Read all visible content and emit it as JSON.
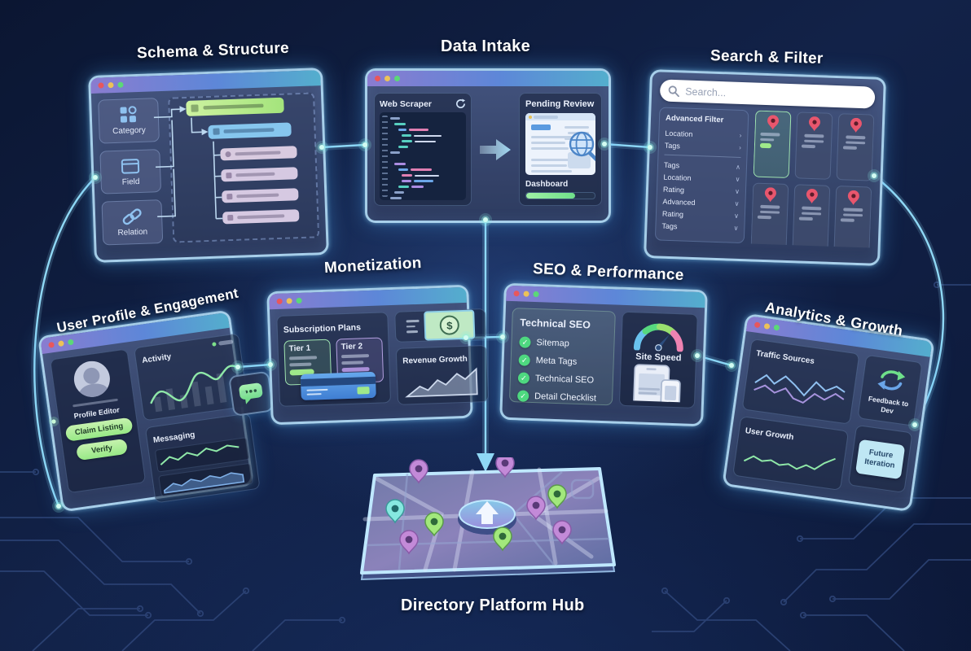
{
  "colors": {
    "accent_line": "#8fd8f5",
    "glow_node": "#aef7ec",
    "pin_red": "#e8566d",
    "success_green": "#4ed880",
    "pill_green": "#aeeb97",
    "future_button_blue": "#bfe7f4",
    "titlebar_gradient": [
      "#8a7cd0",
      "#5d87d8",
      "#54aecd"
    ]
  },
  "icons": {
    "chevron_right": "›",
    "chevron_down": "∨",
    "chevron_up": "∧",
    "check": "✓",
    "dollar": "$"
  },
  "panels": {
    "schema": {
      "title": "Schema & Structure",
      "sidebar": [
        {
          "label": "Category"
        },
        {
          "label": "Field"
        },
        {
          "label": "Relation"
        }
      ]
    },
    "data_intake": {
      "title": "Data Intake",
      "scraper_title": "Web Scraper",
      "review_title": "Pending Review",
      "dashboard_label": "Dashboard",
      "progress_percent": 72,
      "progress_style": "width:72%"
    },
    "search": {
      "title": "Search & Filter",
      "placeholder": "Search...",
      "filter_header": "Advanced Filter",
      "filter_links": [
        "Location",
        "Tags"
      ],
      "filter_items": [
        "Tags",
        "Location",
        "Rating",
        "Advanced",
        "Rating",
        "Tags"
      ]
    },
    "profile": {
      "title": "User Profile & Engagement",
      "profile_label": "Profile Editor",
      "claim_button": "Claim Listing",
      "verify_button": "Verify",
      "activity_label": "Activity",
      "messaging_label": "Messaging"
    },
    "monetization": {
      "title": "Monetization",
      "plans_header": "Subscription Plans",
      "tier1_label": "Tier 1",
      "tier2_label": "Tier 2",
      "revenue_label": "Revenue Growth"
    },
    "seo": {
      "title": "SEO & Performance",
      "checklist_header": "Technical SEO",
      "checklist": [
        "Sitemap",
        "Meta Tags",
        "Technical SEO",
        "Detail Checklist"
      ],
      "gauge_label": "Site Speed"
    },
    "analytics": {
      "title": "Analytics & Growth",
      "traffic_label": "Traffic Sources",
      "growth_label": "User Growth",
      "feedback_label": "Feedback to Dev",
      "future_label": "Future Iteration"
    },
    "hub": {
      "label": "Directory Platform Hub"
    }
  }
}
